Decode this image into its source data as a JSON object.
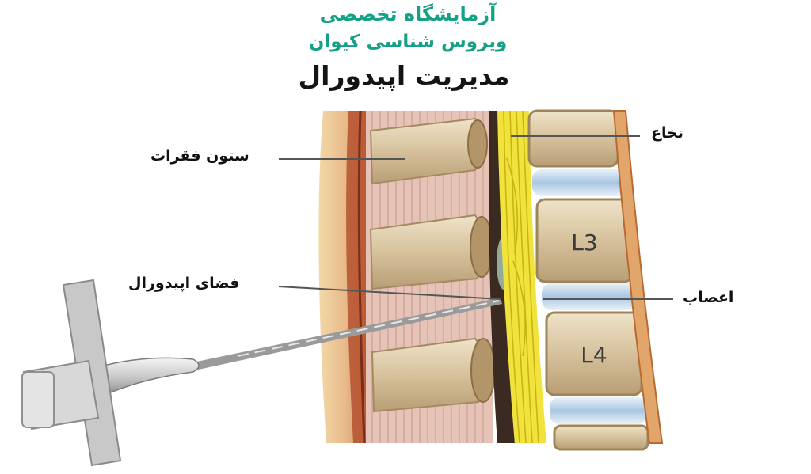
{
  "header": {
    "brand_line1": "آزمایشگاه تخصصی",
    "brand_line2": "ویروس شناسی کیوان",
    "title": "مدیریت اپیدورال"
  },
  "labels": {
    "spinal_column": "ستون فقرات",
    "epidural_space": "فضای اپیدورال",
    "spinal_cord": "نخاع",
    "nerves": "اعصاب"
  },
  "vertebra_labels": [
    "L3",
    "L4"
  ],
  "colors": {
    "brand": "#16a085",
    "bone": "#d9c7a6",
    "disc": "#c9d9ea",
    "nerve": "#f1e33b",
    "muscle": "#b24a2e"
  }
}
